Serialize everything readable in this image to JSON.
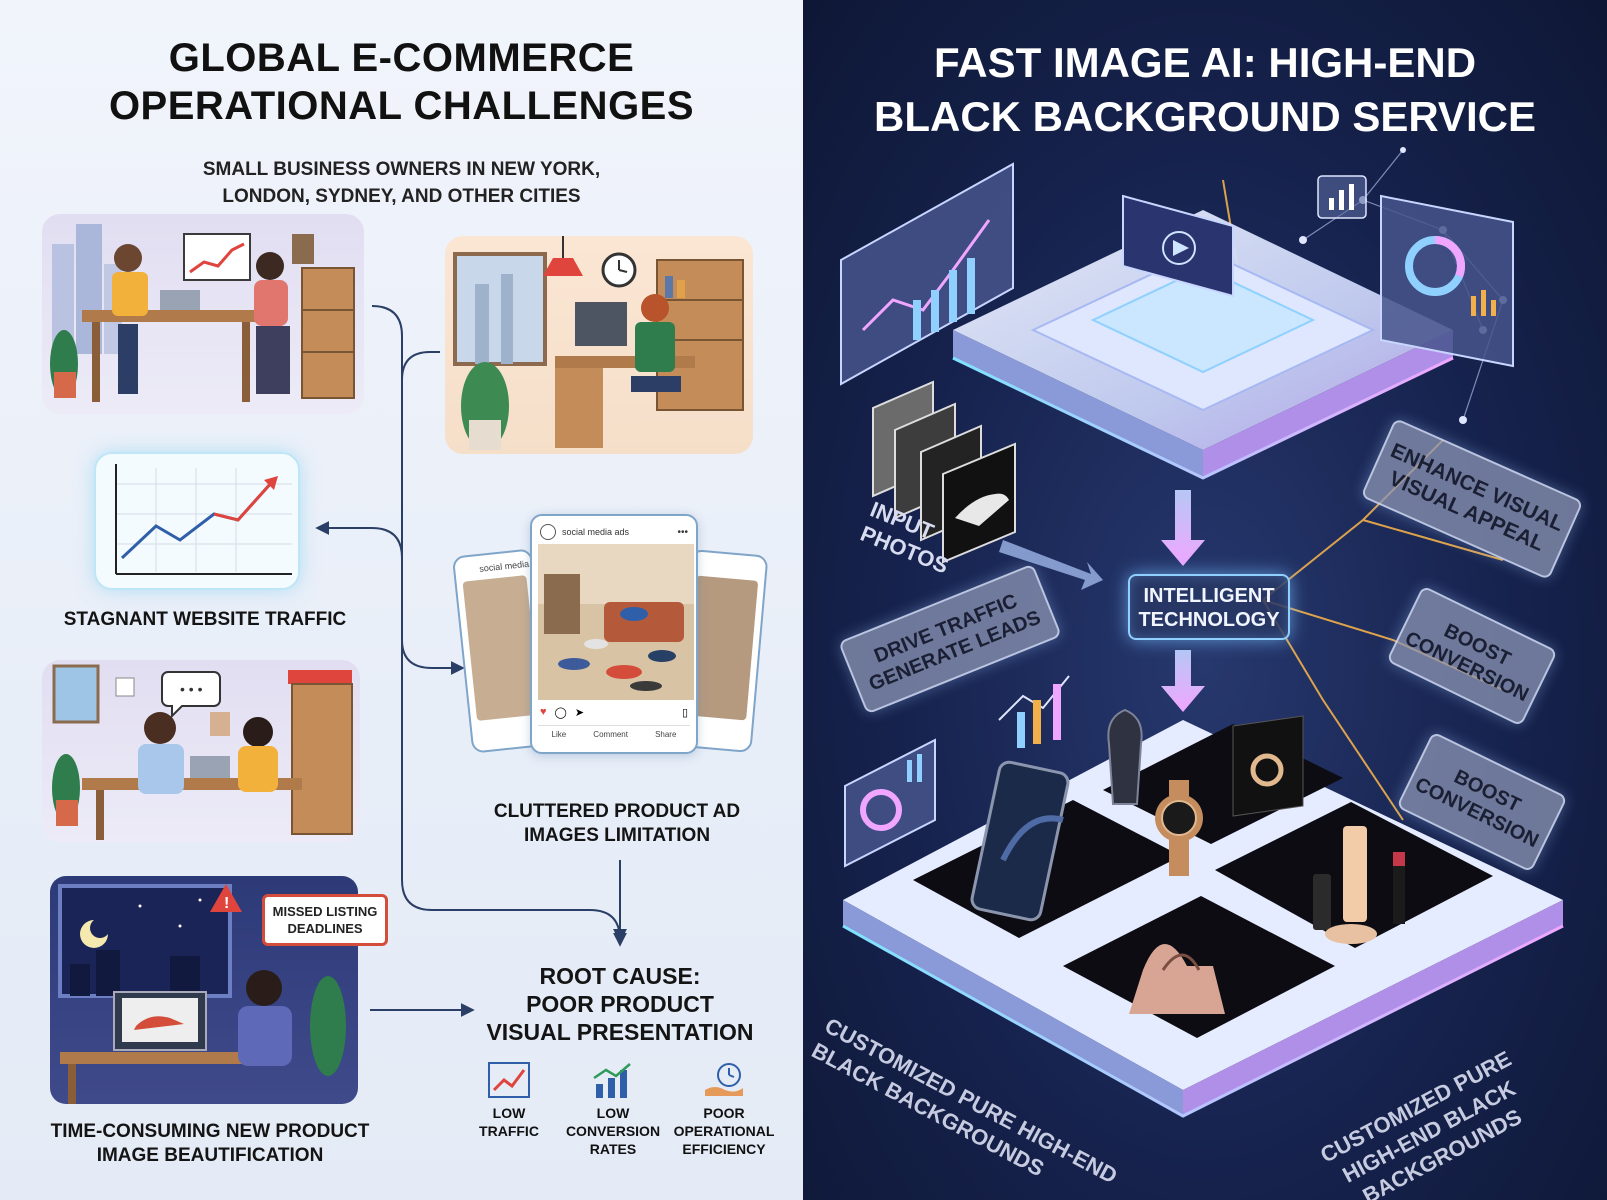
{
  "left": {
    "title": [
      "GLOBAL E-COMMERCE",
      "OPERATIONAL CHALLENGES"
    ],
    "subtitle": [
      "SMALL BUSINESS OWNERS IN NEW YORK,",
      "LONDON, SYDNEY, AND OTHER CITIES"
    ],
    "traffic_caption": "STAGNANT WEBSITE TRAFFIC",
    "ads_caption": [
      "CLUTTERED PRODUCT AD",
      "IMAGES LIMITATION"
    ],
    "social_header": "social media ads",
    "social_header_back": "social media",
    "social_actions": {
      "like": "Like",
      "comment": "Comment",
      "share": "Share"
    },
    "missed_label": [
      "MISSED LISTING",
      "DEADLINES"
    ],
    "time_caption": [
      "TIME-CONSUMING NEW PRODUCT",
      "IMAGE BEAUTIFICATION"
    ],
    "root_cause": [
      "ROOT CAUSE:",
      "POOR PRODUCT",
      "VISUAL PRESENTATION"
    ],
    "causes": [
      {
        "icon": "trend-chart-icon",
        "label": [
          "LOW",
          "TRAFFIC"
        ]
      },
      {
        "icon": "growth-bars-icon",
        "label": [
          "LOW",
          "CONVERSION",
          "RATES"
        ]
      },
      {
        "icon": "clock-hand-icon",
        "label": [
          "POOR",
          "OPERATIONAL",
          "EFFICIENCY"
        ]
      }
    ],
    "speech_bubble": "• • •"
  },
  "right": {
    "title": [
      "FAST IMAGE AI: HIGH-END",
      "BLACK BACKGROUND SERVICE"
    ],
    "input_photos": [
      "INPUT",
      "PHOTOS"
    ],
    "drive_traffic": [
      "DRIVE TRAFFIC",
      "GENERATE LEADS"
    ],
    "intelligent": [
      "INTELLIGENT",
      "TECHNOLOGY"
    ],
    "enhance": [
      "ENHANCE VISUAL",
      "VISUAL APPEAL"
    ],
    "boost1": [
      "BOOST",
      "CONVERSION"
    ],
    "boost2": [
      "BOOST",
      "CONVERSION"
    ],
    "custom_left": [
      "CUSTOMIZED PURE HIGH-END",
      "BLACK BACKGROUNDS"
    ],
    "custom_right": [
      "CUSTOMIZED PURE",
      "HIGH-END BLACK",
      "BACKGROUNDS"
    ]
  },
  "colors": {
    "left_bg": "#eef2fa",
    "right_bg": "#16224d",
    "accent_red": "#e0453d",
    "accent_blue": "#2f5fa8",
    "glow_cyan": "#8fd0ff",
    "glow_pink": "#e9a6ff",
    "gold_line": "#f2b04a"
  }
}
